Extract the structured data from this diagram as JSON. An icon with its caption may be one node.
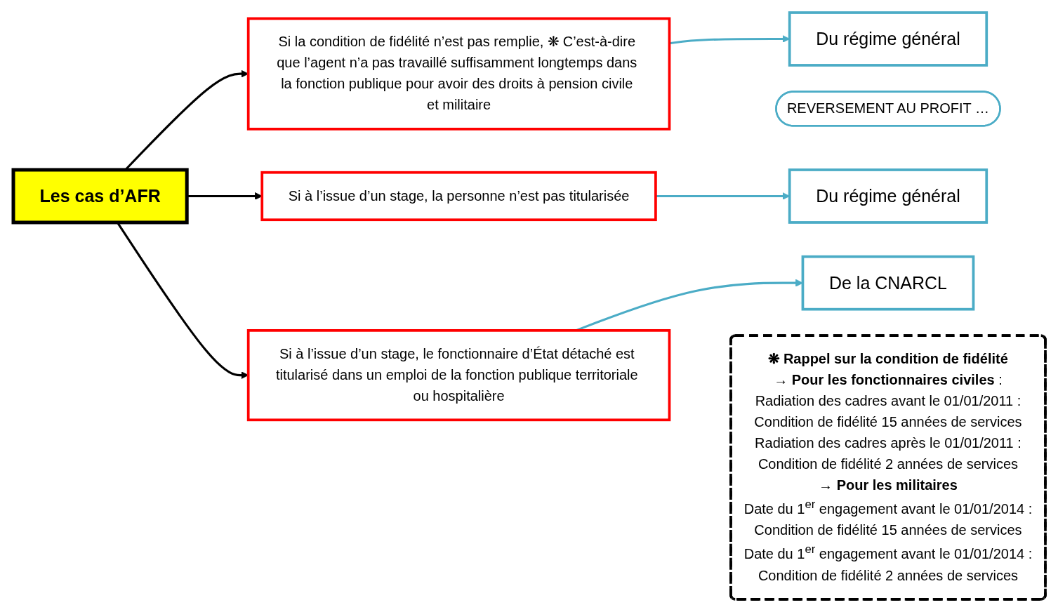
{
  "diagram": {
    "nodes": [
      {
        "text": [
          "Les cas d’AFR"
        ]
      },
      {
        "text": [
          "Si la condition de fidélité n’est pas remplie, ❋ C’est-à-dire que l’agent n’a pas travaillé suffisamment longtemps dans la fonction publique pour avoir des droits à pension civile et militaire"
        ]
      },
      {
        "text": [
          "Si à l’issue d’un stage, la personne n’est pas titularisée"
        ]
      },
      {
        "text": [
          "Si à l’issue d’un stage, le fonctionnaire d’État détaché est titularisé dans un emploi de la fonction publique territoriale ou hospitalière"
        ]
      },
      {
        "text": [
          "REVERSEMENT AU PROFIT …"
        ]
      },
      {
        "text": [
          "Du régime général"
        ]
      },
      {
        "text": [
          "Du régime général"
        ]
      },
      {
        "text": [
          "De la CNARCL"
        ]
      },
      {
        "text": [
          "❋ Rappel sur la condition de fidélité",
          "→ **Pour les fonctionnaires civiles** :",
          "Radiation des cadres avant le 01/01/2011 :",
          "Condition de fidélité 15 années de services",
          "Radiation des cadres après le 01/01/2011 :",
          "Condition de fidélité 2 années de services",
          "**→ Pour les militaires**",
          "Date du 1$^{er}$ engagement avant le 01/01/2014 :",
          "Condition de fidélité 15 années de services",
          "Date du 1$^{er}$ engagement avant le 01/01/2014 :",
          "Condition de fidélité 2 années de services"
        ]
      }
    ],
    "edges": [
      {
        "from": 0,
        "to": 1,
        "arrow": "to",
        "color": "#000000"
      },
      {
        "from": 0,
        "to": 2,
        "arrow": "to",
        "color": "#000000"
      },
      {
        "from": 0,
        "to": 3,
        "arrow": "to",
        "color": "#000000"
      },
      {
        "from": 1,
        "to": 5,
        "arrow": "to",
        "color": "#4bacc6"
      },
      {
        "from": 2,
        "to": 6,
        "arrow": "to",
        "color": "#4bacc6"
      },
      {
        "from": 3,
        "to": 7,
        "arrow": "to",
        "color": "#4bacc6"
      }
    ]
  }
}
